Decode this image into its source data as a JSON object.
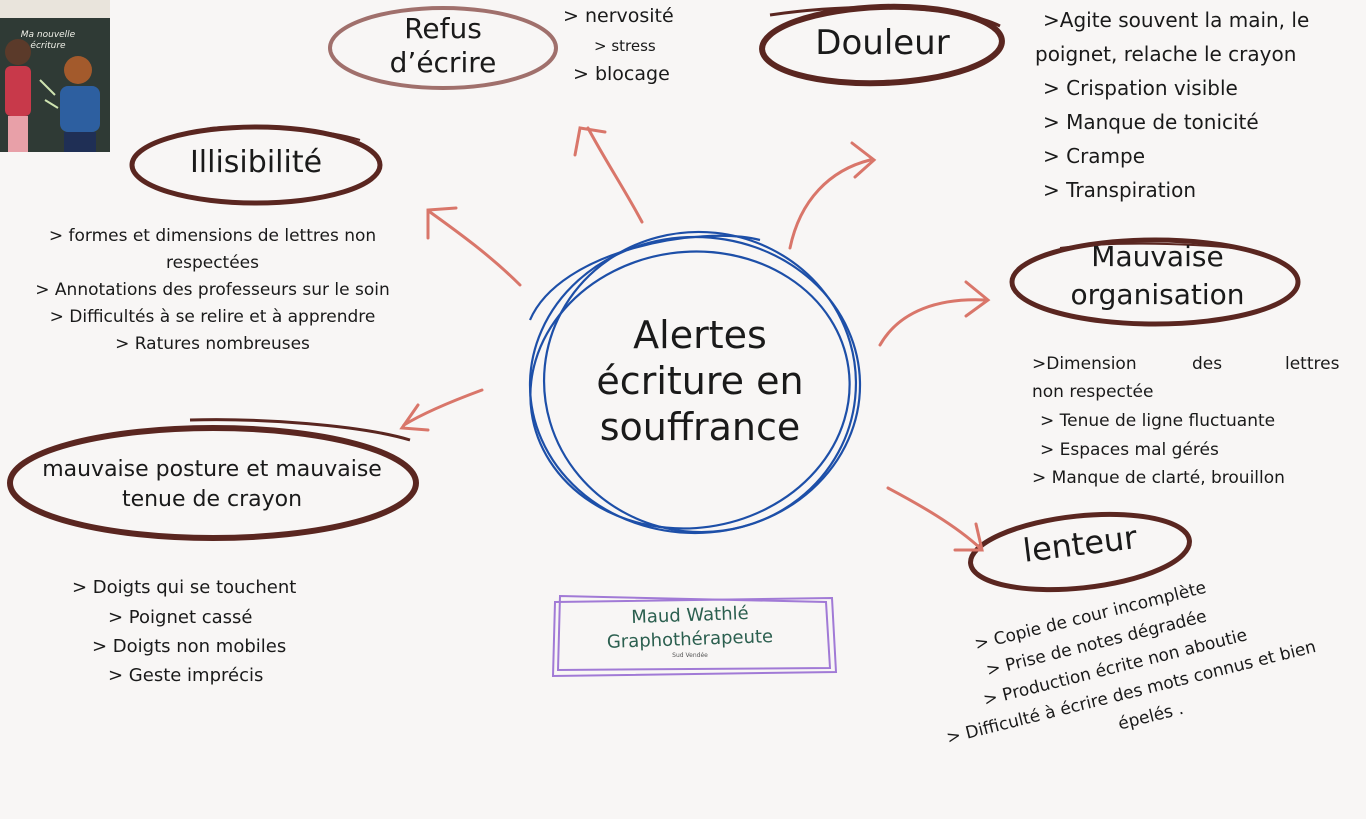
{
  "center": {
    "line1": "Alertes",
    "line2": "écriture en",
    "line3": "souffrance"
  },
  "nodes": {
    "refus": {
      "title_l1": "Refus",
      "title_l2": "d’écrire",
      "items": [
        "> nervosité",
        "> stress",
        "> blocage"
      ]
    },
    "douleur": {
      "title": "Douleur",
      "items": [
        ">Agite souvent la main, le",
        "poignet, relache le crayon",
        "> Crispation visible",
        "> Manque de tonicité",
        "> Crampe",
        "> Transpiration"
      ]
    },
    "illisibilite": {
      "title": "Illisibilité",
      "items": [
        "> formes  et dimensions de lettres non",
        "respectées",
        "> Annotations des professeurs sur le soin",
        "> Difficultés à se relire et à apprendre",
        "> Ratures nombreuses"
      ]
    },
    "organisation": {
      "title_l1": "Mauvaise",
      "title_l2": "organisation",
      "items": [
        ">Dimension",
        "des",
        "lettres",
        "non respectée",
        "> Tenue de ligne fluctuante",
        "> Espaces mal gérés",
        "> Manque de clarté, brouillon"
      ]
    },
    "posture": {
      "title_l1": "mauvaise posture et mauvaise",
      "title_l2": "tenue de crayon",
      "items": [
        "> Doigts qui se touchent",
        "> Poignet cassé",
        "> Doigts non mobiles",
        "> Geste imprécis"
      ]
    },
    "lenteur": {
      "title": "lenteur",
      "items": [
        "> Copie de cour incomplète",
        "> Prise de notes dégradée",
        "> Production écrite non aboutie",
        "> Difficulté à écrire des mots connus et bien",
        "épelés ."
      ]
    }
  },
  "signature": {
    "name": "Maud Wathlé",
    "role": "Graphothérapeute",
    "place": "Sud Vendée"
  },
  "thumbnail": {
    "caption_l1": "Ma nouvelle",
    "caption_l2": "écriture"
  },
  "colors": {
    "bubble_outline": "#5a2620",
    "refus_outline": "#a0706c",
    "arrow": "#d9766a",
    "center_circle": "#1d4fa8",
    "signature_box": "#a17ad6",
    "signature_text": "#2b5f4f"
  }
}
